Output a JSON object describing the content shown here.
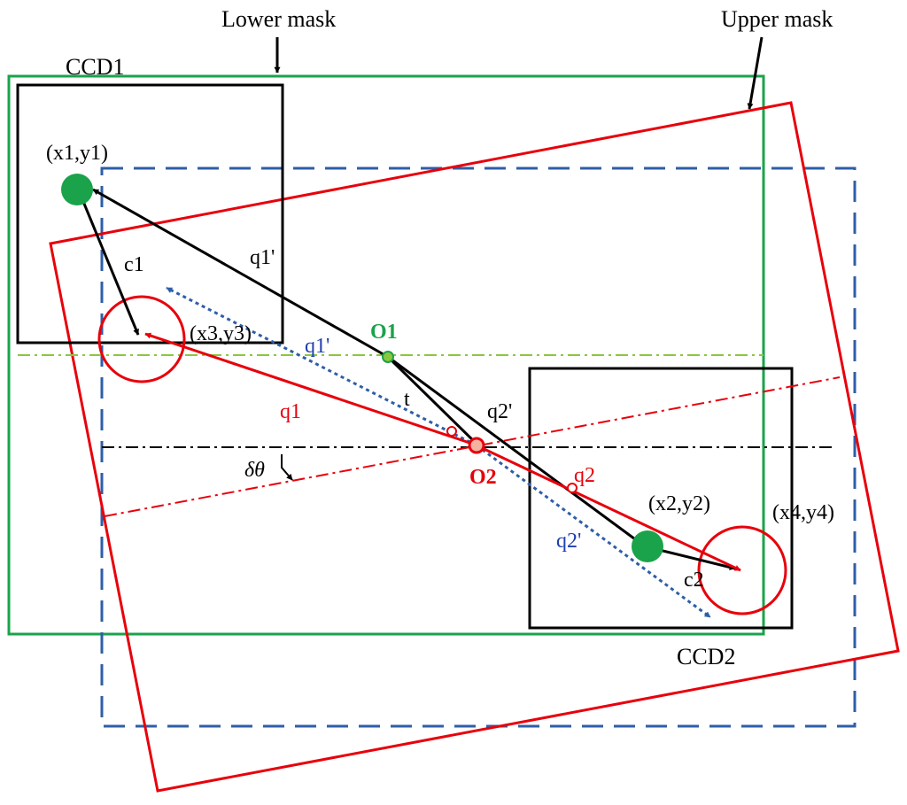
{
  "labels": {
    "lower_mask": "Lower mask",
    "upper_mask": "Upper mask",
    "ccd1": "CCD1",
    "ccd2": "CCD2",
    "p_x1y1": "(x1,y1)",
    "p_x2y2": "(x2,y2)",
    "p_x3y3": "(x3,y3)",
    "p_x4y4": "(x4,y4)",
    "c1": "c1",
    "c2": "c2",
    "q1_prime_black": "q1'",
    "q1_prime_blue": "q1'",
    "q1_red": "q1",
    "q2_prime_black": "q2'",
    "q2_prime_blue": "q2'",
    "q2_red": "q2",
    "o1": "O1",
    "o2": "O2",
    "t": "t",
    "delta_theta": "δθ"
  },
  "colors": {
    "lower_mask": "#1aa34a",
    "upper_mask": "#e8000b",
    "dashed_frame": "#2e5ea8",
    "ccd": "#000000",
    "fiducial": "#1aa34a",
    "o1": "#1aa34a",
    "o2": "#e8000b",
    "q_blue": "#2e5ea8",
    "centerline_green": "#8cc63f",
    "centerline_red": "#e8000b",
    "centerline_black": "#000000"
  },
  "icons": {
    "fiducial_marker": "filled-circle",
    "target_marker": "open-circle",
    "pointer": "arrow"
  }
}
